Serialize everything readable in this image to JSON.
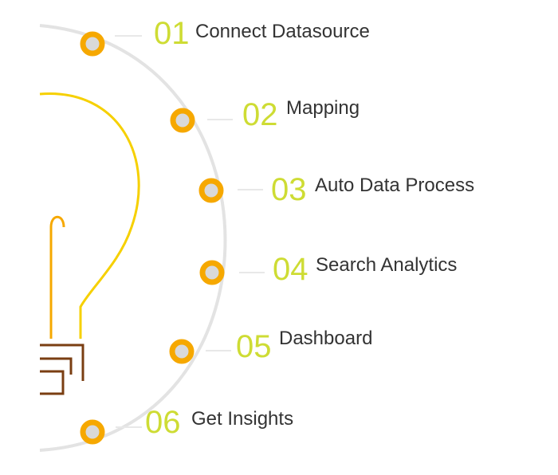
{
  "colors": {
    "arc": "#e3e3e3",
    "node_ring": "#f6a800",
    "node_center": "#d9d9d9",
    "number": "#cedc34",
    "label": "#333333",
    "bulb": "#f6d000",
    "filament": "#f6a800",
    "base": "#7a3e12",
    "connector": "#e8e8e8"
  },
  "icons": {
    "decoration": "lightbulb-icon"
  },
  "steps": [
    {
      "number": "01",
      "label": "Connect Datasource"
    },
    {
      "number": "02",
      "label": "Mapping"
    },
    {
      "number": "03",
      "label": "Auto Data Process"
    },
    {
      "number": "04",
      "label": "Search Analytics"
    },
    {
      "number": "05",
      "label": "Dashboard"
    },
    {
      "number": "06",
      "label": "Get Insights"
    }
  ]
}
